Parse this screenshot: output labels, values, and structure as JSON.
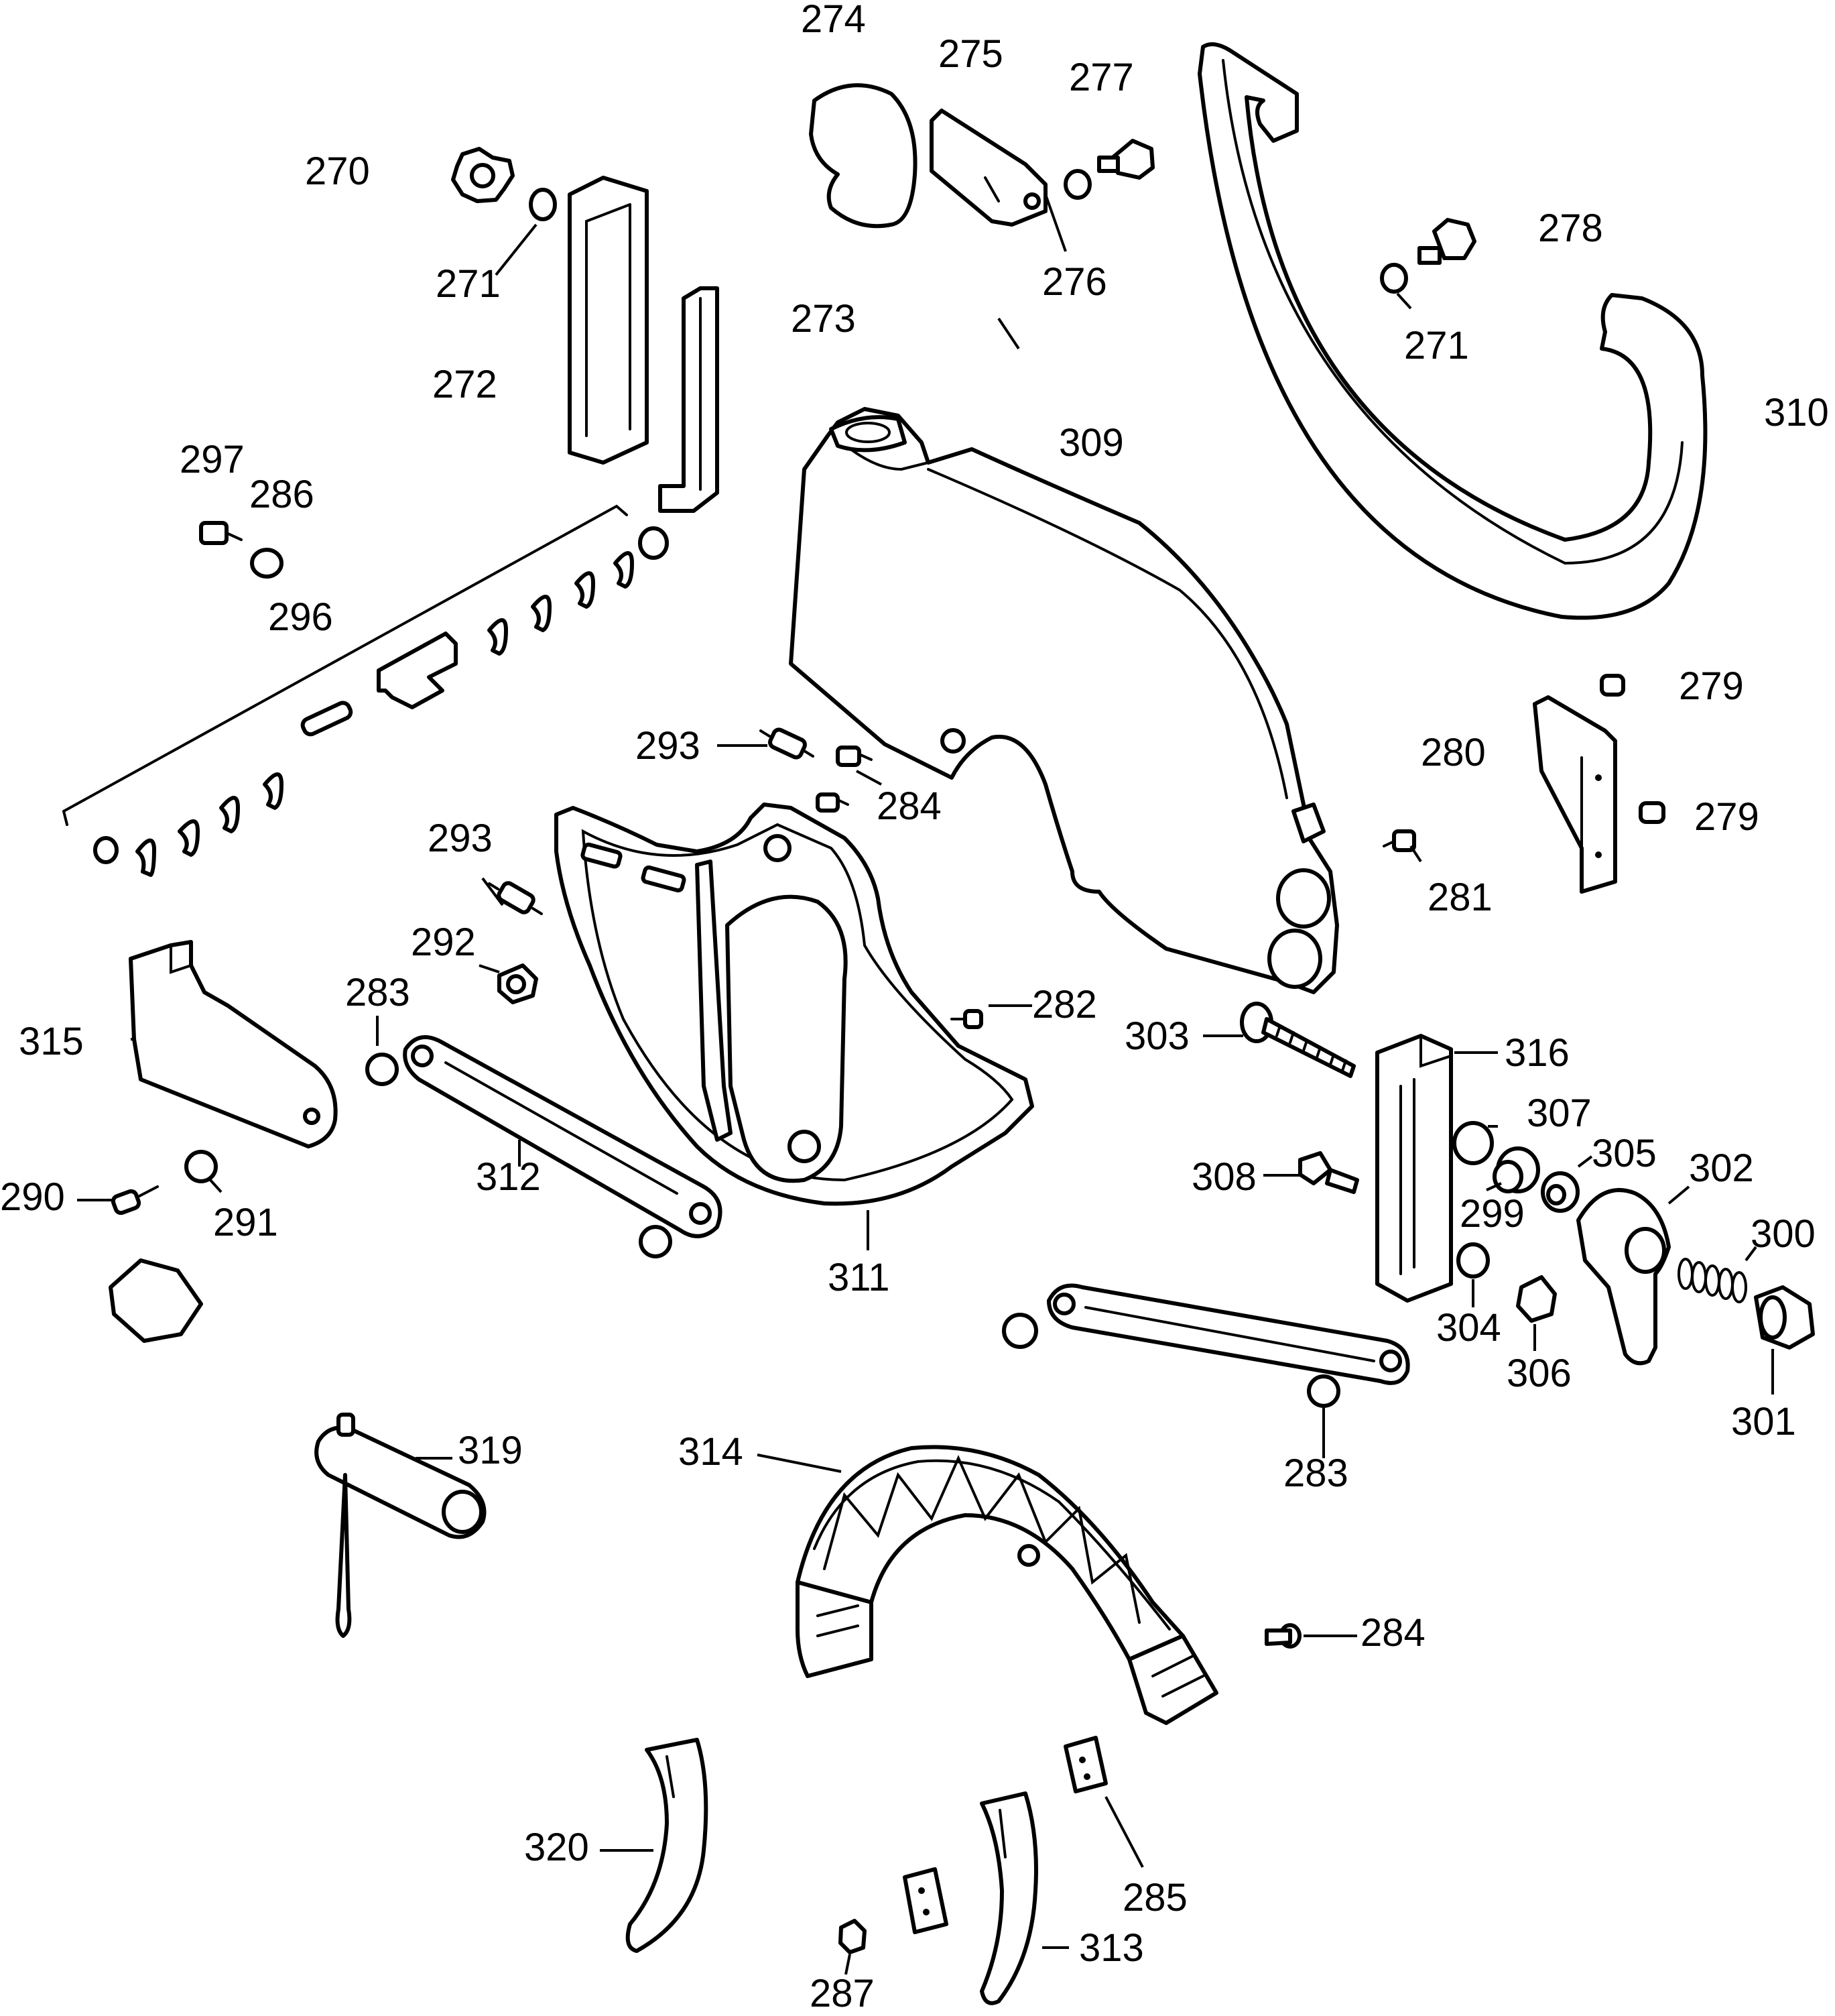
{
  "diagram": {
    "labels": [
      "270",
      "271",
      "272",
      "273",
      "274",
      "275",
      "276",
      "277",
      "278",
      "271",
      "310",
      "309",
      "297",
      "286",
      "296",
      "293",
      "284",
      "280",
      "279",
      "279",
      "281",
      "293",
      "292",
      "283",
      "282",
      "303",
      "316",
      "307",
      "305",
      "302",
      "300",
      "308",
      "299",
      "304",
      "306",
      "301",
      "315",
      "290",
      "291",
      "312",
      "311",
      "283",
      "319",
      "314",
      "284",
      "320",
      "285",
      "313",
      "287"
    ]
  },
  "colors": {
    "ink": "#000000",
    "paper": "#ffffff"
  }
}
